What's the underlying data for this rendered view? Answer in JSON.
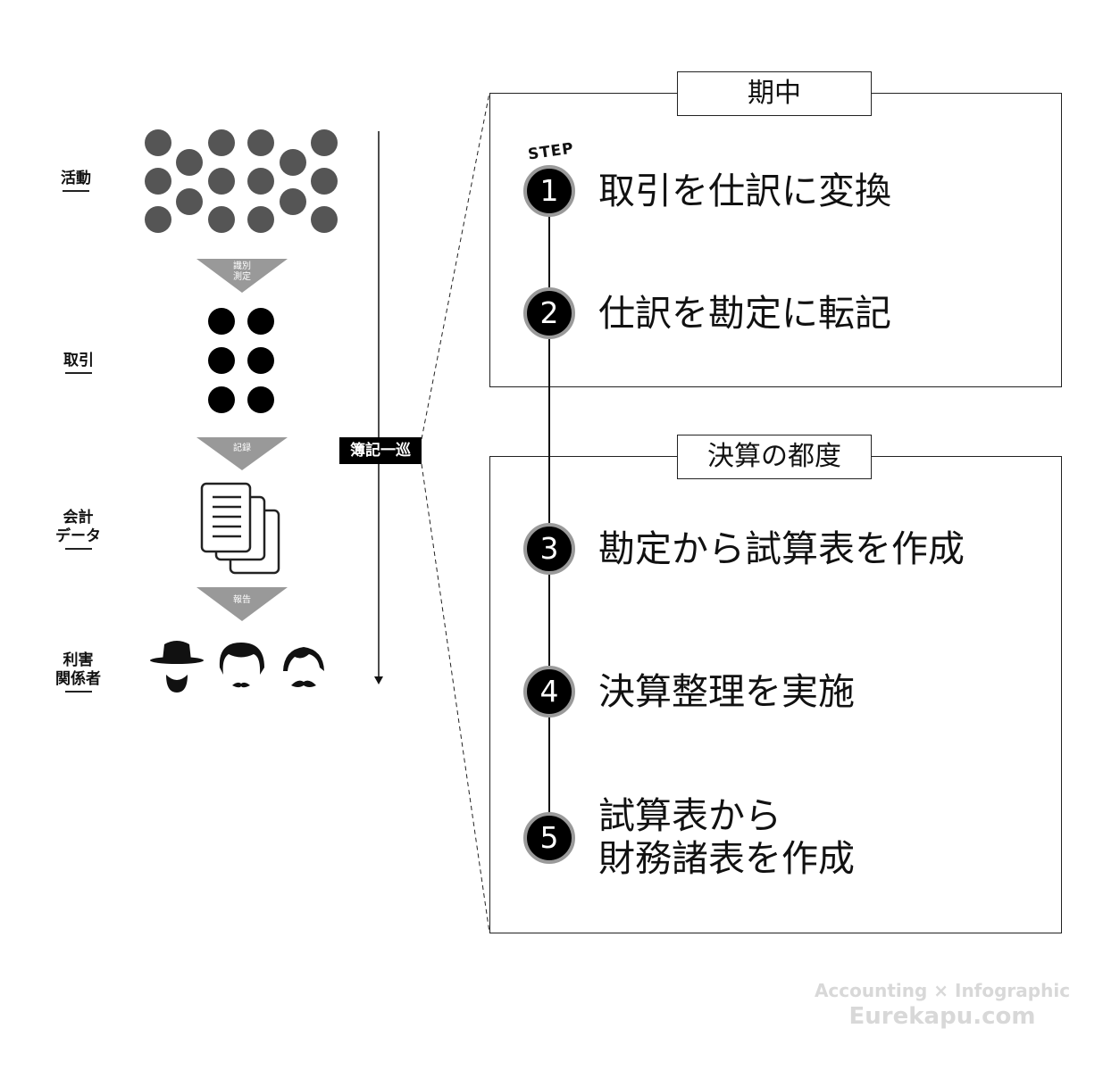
{
  "left_labels": {
    "activity": "活動",
    "transaction": "取引",
    "accounting_data_line1": "会計",
    "accounting_data_line2": "データ",
    "stakeholders_line1": "利害",
    "stakeholders_line2": "関係者"
  },
  "arrows": {
    "identify_line1": "識別",
    "identify_line2": "測定",
    "record": "記録",
    "report": "報告"
  },
  "cycle_label": "簿記一巡",
  "sections": {
    "during_period": "期中",
    "at_closing": "決算の都度"
  },
  "step_word": "STEP",
  "steps": [
    {
      "num": "1",
      "text": "取引を仕訳に変換"
    },
    {
      "num": "2",
      "text": "仕訳を勘定に転記"
    },
    {
      "num": "3",
      "text": "勘定から試算表を作成"
    },
    {
      "num": "4",
      "text": "決算整理を実施"
    },
    {
      "num": "5",
      "text_line1": "試算表から",
      "text_line2": "財務諸表を作成"
    }
  ],
  "credit": {
    "line1": "Accounting × Infographic",
    "line2": "Eurekapu.com"
  },
  "colors": {
    "activity_dot": "#555555",
    "transaction_dot": "#000000",
    "arrow": "#999999",
    "step_border": "#9a9a9a",
    "credit": "#d8d8d8"
  }
}
